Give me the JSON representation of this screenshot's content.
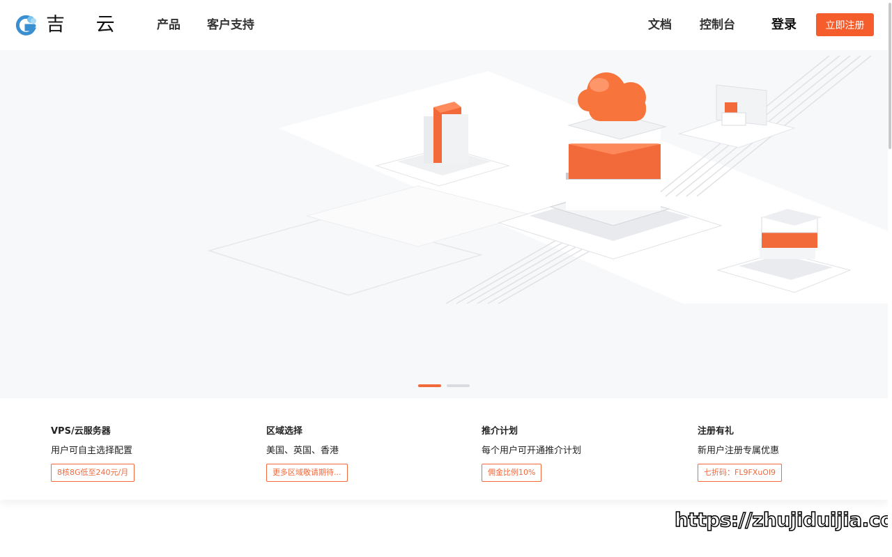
{
  "header": {
    "logo_text": "吉 云",
    "nav_left": [
      "产品",
      "客户支持"
    ],
    "nav_right": [
      "文档",
      "控制台"
    ],
    "login_label": "登录",
    "register_label": "立即注册"
  },
  "banner": {
    "slides": 2,
    "active_slide": 1
  },
  "features": [
    {
      "title": "VPS/云服务器",
      "desc": "用户可自主选择配置",
      "tag": "8核8G低至240元/月"
    },
    {
      "title": "区域选择",
      "desc": "美国、英国、香港",
      "tag": "更多区域敬请期待..."
    },
    {
      "title": "推介计划",
      "desc": "每个用户可开通推介计划",
      "tag": "佣金比例10%"
    },
    {
      "title": "注册有礼",
      "desc": "新用户注册专属优惠",
      "tag": "七折码：FL9FXuOl9"
    }
  ],
  "watermark": "https://zhujiduijia.com",
  "colors": {
    "accent": "#f55d2d",
    "banner_bg": "#f7f8fa",
    "dot_inactive": "#d9dbe0"
  }
}
